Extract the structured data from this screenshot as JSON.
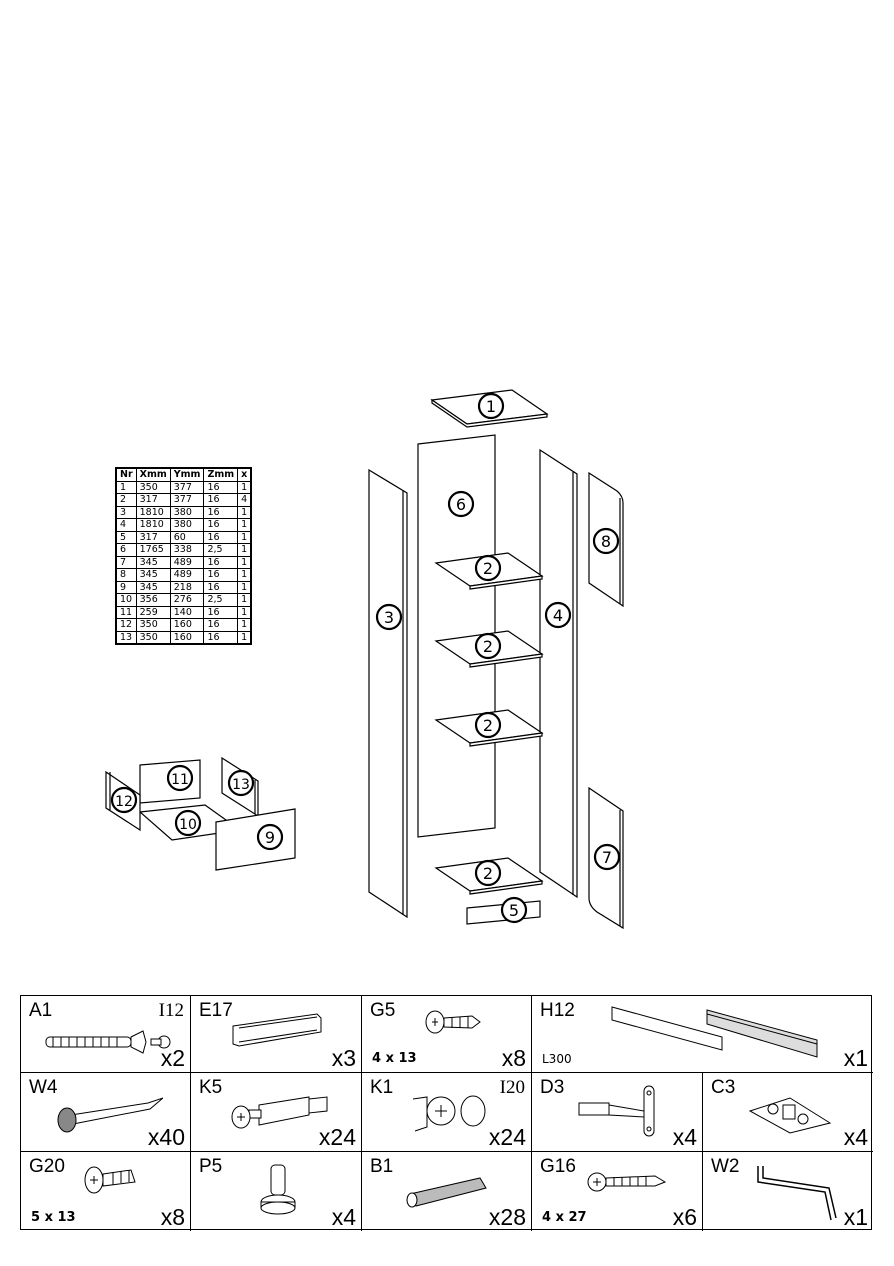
{
  "parts_table": {
    "headers": [
      "Nr",
      "Xmm",
      "Ymm",
      "Zmm",
      "x"
    ],
    "rows": [
      [
        "1",
        "350",
        "377",
        "16",
        "1"
      ],
      [
        "2",
        "317",
        "377",
        "16",
        "4"
      ],
      [
        "3",
        "1810",
        "380",
        "16",
        "1"
      ],
      [
        "4",
        "1810",
        "380",
        "16",
        "1"
      ],
      [
        "5",
        "317",
        "60",
        "16",
        "1"
      ],
      [
        "6",
        "1765",
        "338",
        "2,5",
        "1"
      ],
      [
        "7",
        "345",
        "489",
        "16",
        "1"
      ],
      [
        "8",
        "345",
        "489",
        "16",
        "1"
      ],
      [
        "9",
        "345",
        "218",
        "16",
        "1"
      ],
      [
        "10",
        "356",
        "276",
        "2,5",
        "1"
      ],
      [
        "11",
        "259",
        "140",
        "16",
        "1"
      ],
      [
        "12",
        "350",
        "160",
        "16",
        "1"
      ],
      [
        "13",
        "350",
        "160",
        "16",
        "1"
      ]
    ]
  },
  "part_labels": {
    "p1": "1",
    "p2a": "2",
    "p2b": "2",
    "p2c": "2",
    "p2d": "2",
    "p3": "3",
    "p4": "4",
    "p5": "5",
    "p6": "6",
    "p7": "7",
    "p8": "8",
    "p9": "9",
    "p10": "10",
    "p11": "11",
    "p12": "12",
    "p13": "13"
  },
  "hardware": [
    {
      "code": "A1",
      "code2": "I12",
      "qty": "x2",
      "icon": "screw-with-cap-icon"
    },
    {
      "code": "E17",
      "qty": "x3",
      "icon": "handle-icon"
    },
    {
      "code": "G5",
      "size": "4 x 13",
      "qty": "x8",
      "icon": "short-screw-icon"
    },
    {
      "code": "H12",
      "size": "L300",
      "qty": "x1",
      "icon": "drawer-rail-icon"
    },
    {
      "code": "W4",
      "qty": "x40",
      "icon": "nail-icon"
    },
    {
      "code": "K5",
      "qty": "x24",
      "icon": "cam-bolt-icon"
    },
    {
      "code": "K1",
      "code2": "I20",
      "qty": "x24",
      "icon": "cam-lock-icon"
    },
    {
      "code": "D3",
      "qty": "x4",
      "icon": "hinge-icon"
    },
    {
      "code": "C3",
      "qty": "x4",
      "icon": "hinge-plate-icon"
    },
    {
      "code": "G20",
      "size": "5 x 13",
      "qty": "x8",
      "icon": "screw-icon"
    },
    {
      "code": "P5",
      "qty": "x4",
      "icon": "shelf-pin-icon"
    },
    {
      "code": "B1",
      "qty": "x28",
      "icon": "wood-dowel-icon"
    },
    {
      "code": "G16",
      "size": "4 x 27",
      "qty": "x6",
      "icon": "long-screw-icon"
    },
    {
      "code": "W2",
      "qty": "x1",
      "icon": "allen-key-icon"
    }
  ]
}
